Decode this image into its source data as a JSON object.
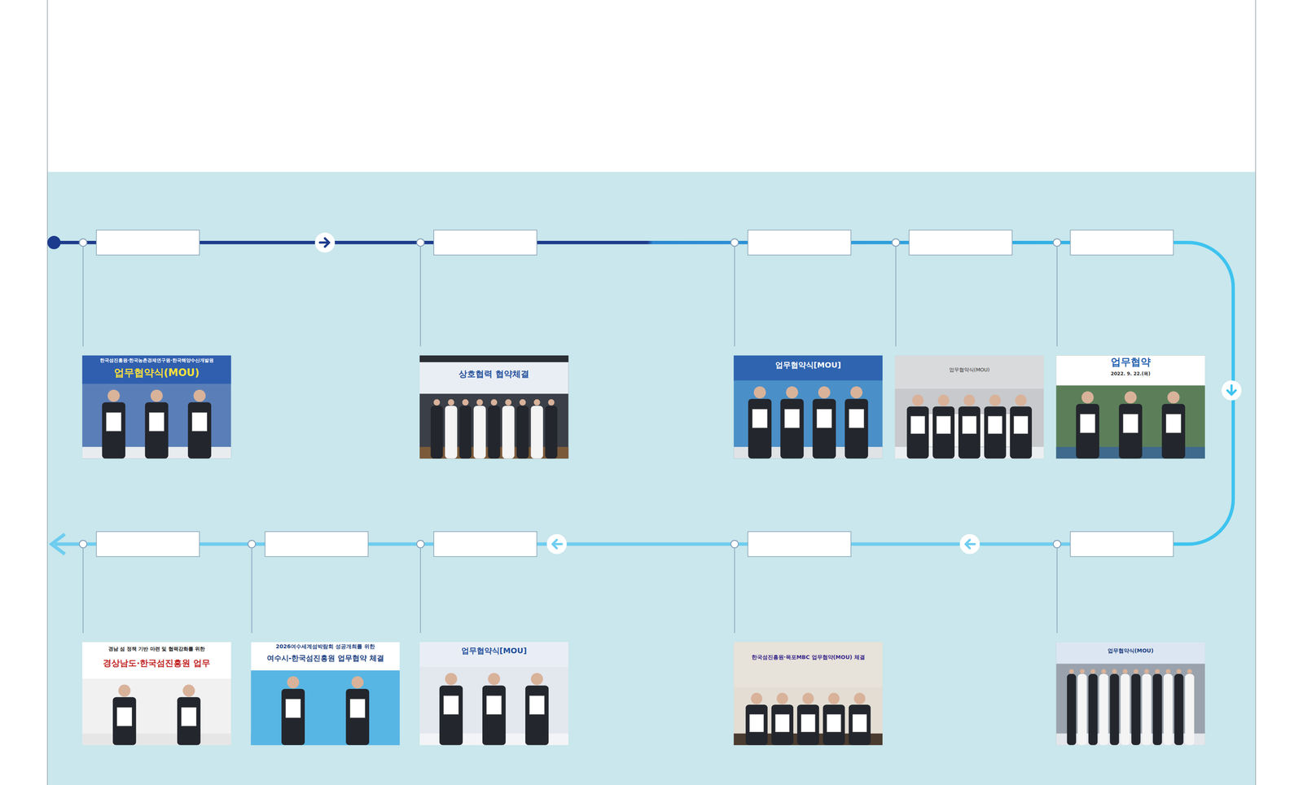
{
  "diagram": {
    "labels": [
      "한국섬진흥원·한국농촌경제연구원·한국해양수산개발원",
      "업무협약식(MOU)",
      "상호협력 협약체결",
      "업무협약식[MOU]",
      "업무협약식(MOU)",
      "업무협약",
      "2022. 9. 22.(목)",
      "업무협약식(MOU)",
      "한국섬진흥원·목포MBC 업무협약(MOU) 체결",
      "업무협약식[MOU]",
      "2026여수세계섬박람회 성공개최를 위한",
      "여수시-한국섬진흥원 업무협약 체결",
      "경남 섬 정책 기반 마련 및 협력강화를 위한",
      "경상남도·한국섬진흥원 업무"
    ]
  }
}
